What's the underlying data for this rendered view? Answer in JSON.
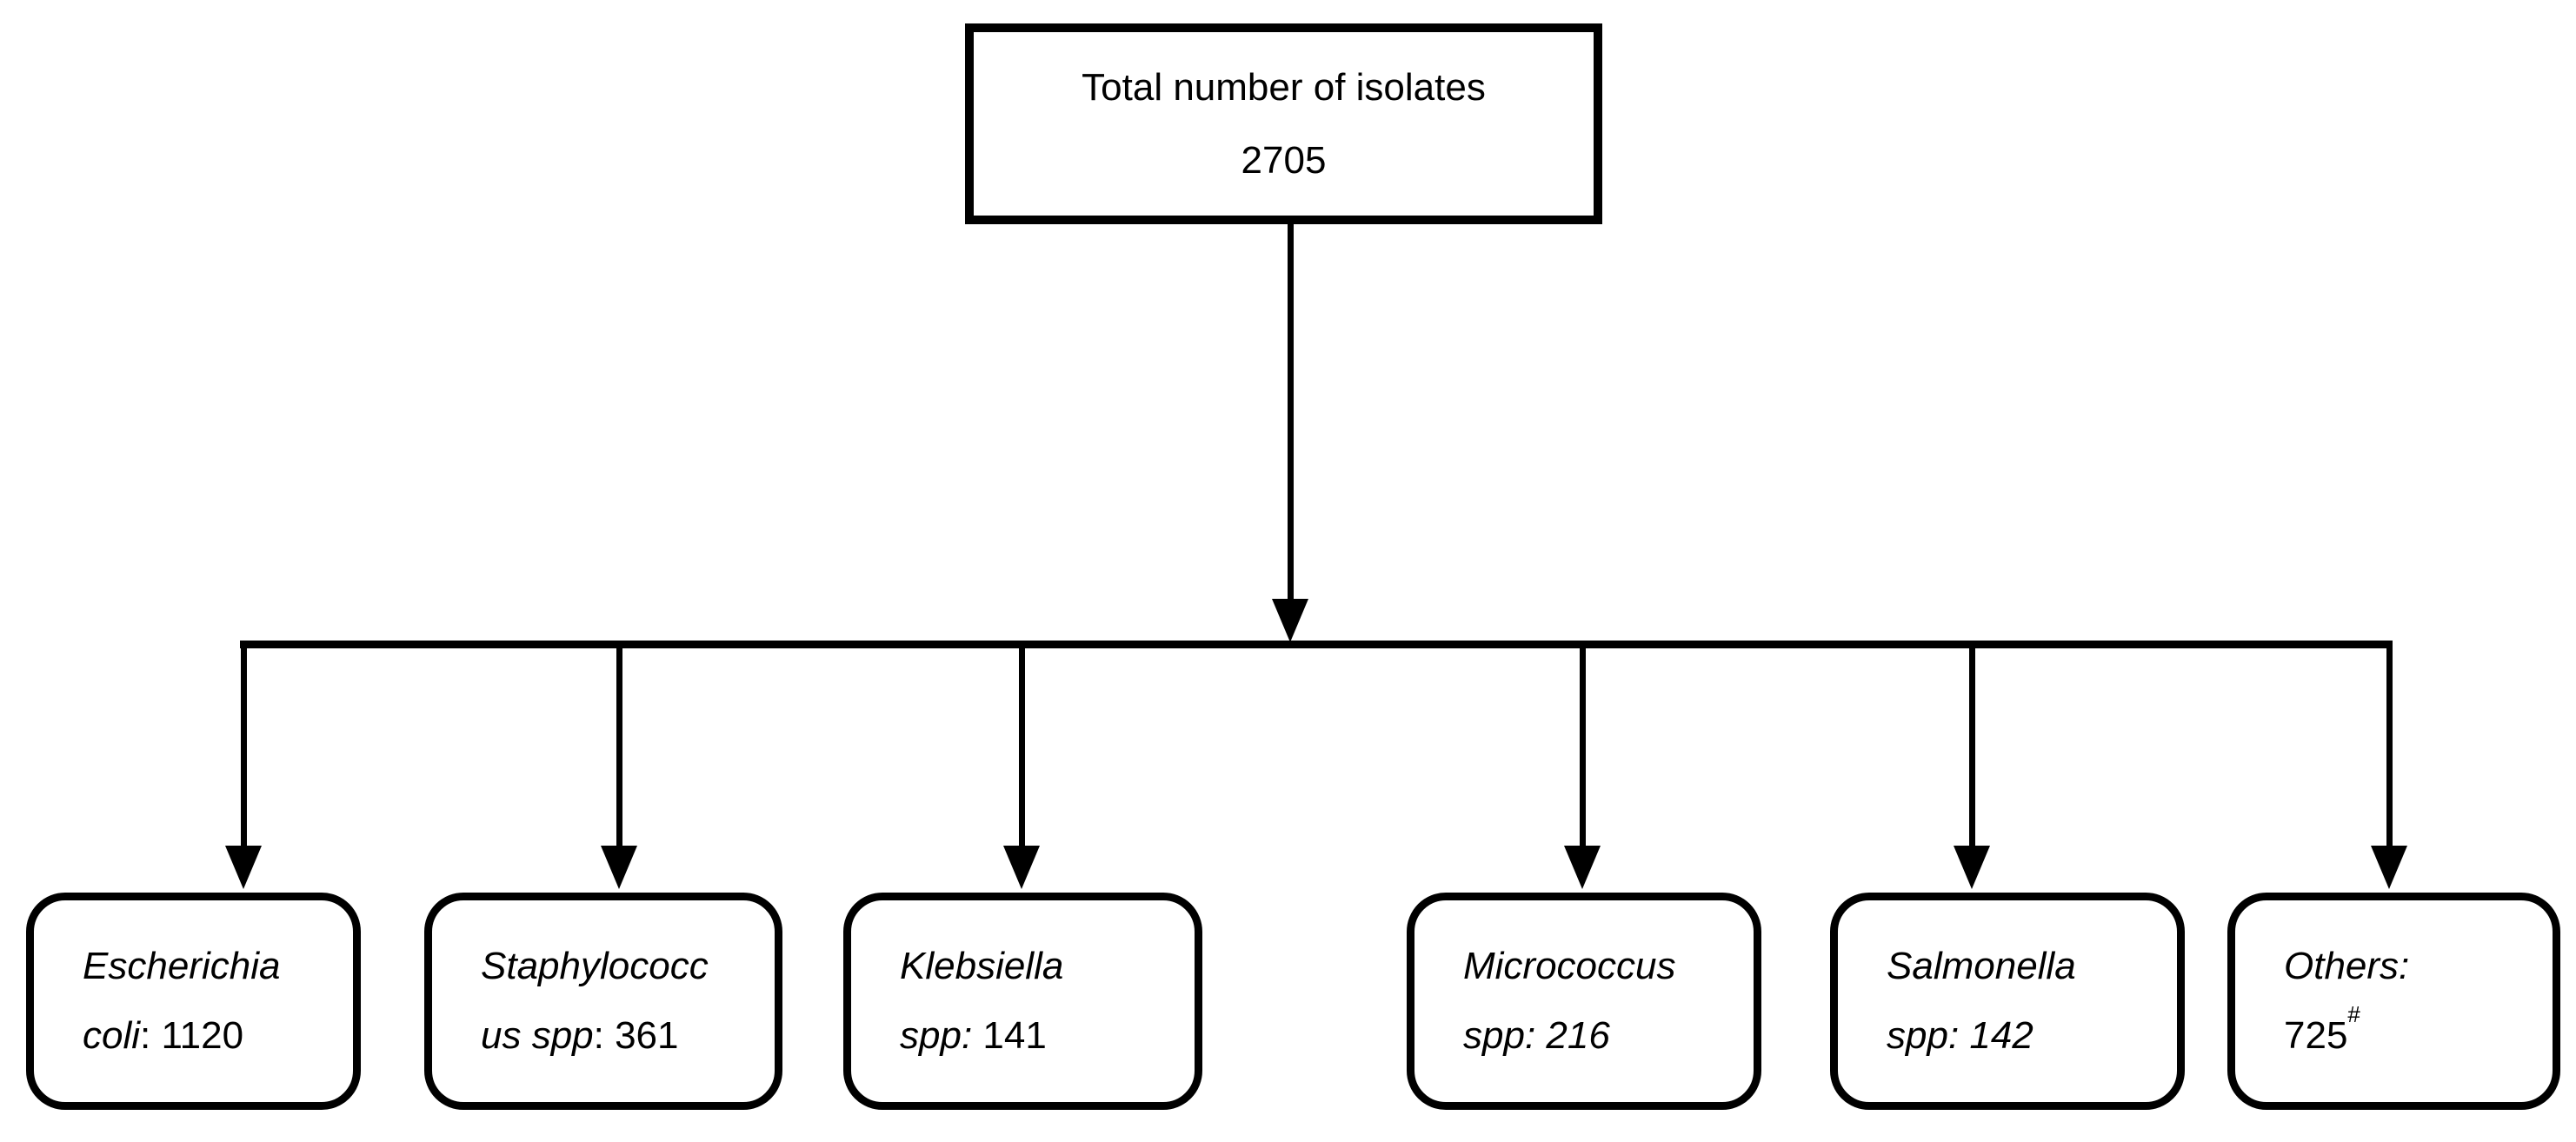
{
  "colors": {
    "ink": "#000000",
    "background": "#ffffff"
  },
  "root": {
    "title": "Total number of isolates",
    "value": "2705"
  },
  "boxes": [
    {
      "line1_italic": "Escherichia",
      "line2_italic": "coli",
      "line2_regular": ": 1120",
      "sup": ""
    },
    {
      "line1_italic": "Staphylococc",
      "line2_italic": "us spp",
      "line2_regular": ": 361",
      "sup": ""
    },
    {
      "line1_italic": "Klebsiella",
      "line2_italic": "spp:",
      "line2_regular": " 141",
      "sup": ""
    },
    {
      "line1_italic": "Micrococcus",
      "line2_italic": "spp: 216",
      "line2_regular": "",
      "sup": ""
    },
    {
      "line1_italic": "Salmonella",
      "line2_italic": "spp: 142",
      "line2_regular": "",
      "sup": ""
    },
    {
      "line1_italic": "Others:",
      "line2_italic": "",
      "line2_regular": "725",
      "sup": "#"
    }
  ],
  "records": [
    {
      "organism": "Escherichia coli",
      "count": 1120
    },
    {
      "organism": "Staphylococcus spp",
      "count": 361
    },
    {
      "organism": "Klebsiella spp",
      "count": 141
    },
    {
      "organism": "Micrococcus spp",
      "count": 216
    },
    {
      "organism": "Salmonella spp",
      "count": 142
    },
    {
      "organism": "Others",
      "count": 725
    }
  ]
}
